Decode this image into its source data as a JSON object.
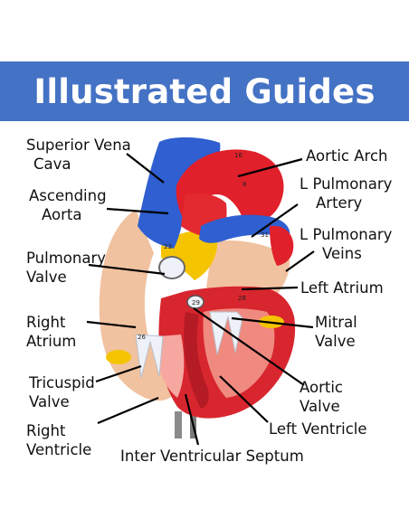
{
  "header": {
    "title": "Illustrated Guides"
  },
  "labels": {
    "superior_vena_cava": [
      "Superior Vena",
      "Cava"
    ],
    "ascending_aorta": [
      "Ascending",
      "Aorta"
    ],
    "pulmonary_valve": [
      "Pulmonary",
      "Valve"
    ],
    "right_atrium": [
      "Right",
      "Atrium"
    ],
    "tricuspid_valve": [
      "Tricuspid",
      "Valve"
    ],
    "right_ventricle": [
      "Right",
      "Ventricle"
    ],
    "aortic_arch": "Aortic Arch",
    "l_pulmonary_artery": [
      "L Pulmonary",
      "Artery"
    ],
    "l_pulmonary_veins": [
      "L Pulmonary",
      "Veins"
    ],
    "left_atrium": "Left Atrium",
    "mitral_valve": [
      "Mitral",
      "Valve"
    ],
    "aortic_valve": [
      "Aortic",
      "Valve"
    ],
    "left_ventricle": "Left Ventricle",
    "inter_ventricular_septum": "Inter Ventricular Septum"
  },
  "model_numbers": [
    "16",
    "8",
    "31",
    "23",
    "29",
    "28",
    "26"
  ],
  "colors": {
    "banner": "#4472c4",
    "vein_blue": "#2f5fd0",
    "artery_red": "#e0202a",
    "muscle_red": "#d8262e",
    "atrium_peach": "#f1c2a0",
    "fat_yellow": "#f5c400",
    "valve_white": "#eef2f8",
    "leader_line": "#000000"
  }
}
